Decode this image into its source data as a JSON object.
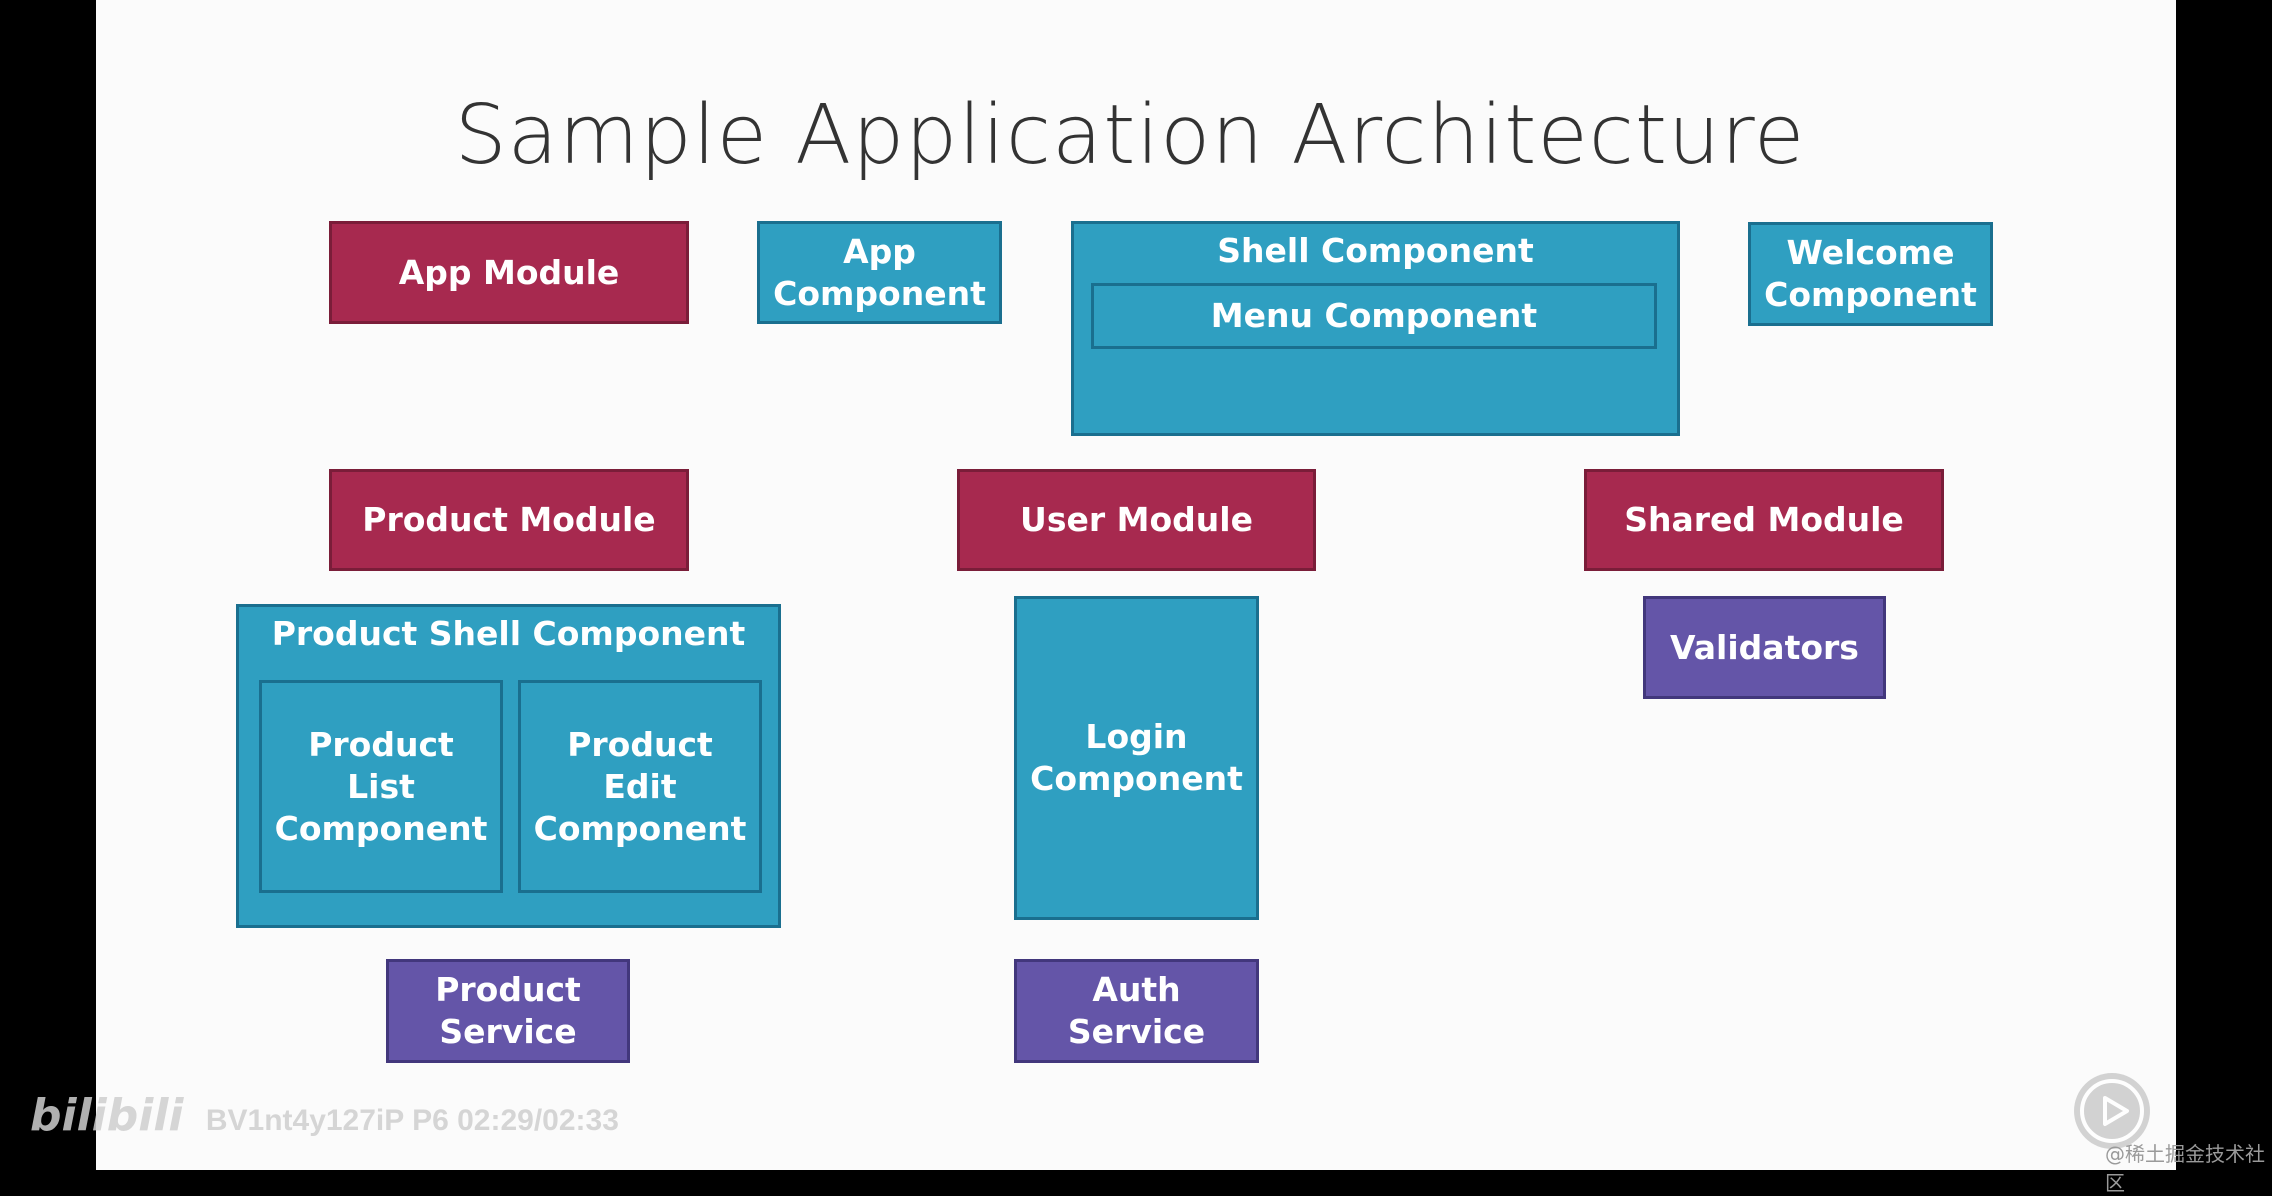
{
  "title": "Sample Application Architecture",
  "boxes": {
    "app_module": "App Module",
    "app_component": "App\nComponent",
    "shell_component": "Shell Component",
    "menu_component": "Menu Component",
    "welcome_component": "Welcome\nComponent",
    "product_module": "Product Module",
    "user_module": "User Module",
    "shared_module": "Shared Module",
    "product_shell_component": "Product Shell Component",
    "product_list_component": "Product\nList\nComponent",
    "product_edit_component": "Product\nEdit\nComponent",
    "login_component": "Login\nComponent",
    "validators": "Validators",
    "product_service": "Product\nService",
    "auth_service": "Auth\nService"
  },
  "colors": {
    "module": "#a7294f",
    "component": "#2f9fc1",
    "service": "#6455a8"
  },
  "overlay": {
    "watermark_logo": "bilibili",
    "watermark_text": "BV1nt4y127iP P6 02:29/02:33",
    "play_icon": "play-icon",
    "credit": "@稀土掘金技术社区"
  }
}
